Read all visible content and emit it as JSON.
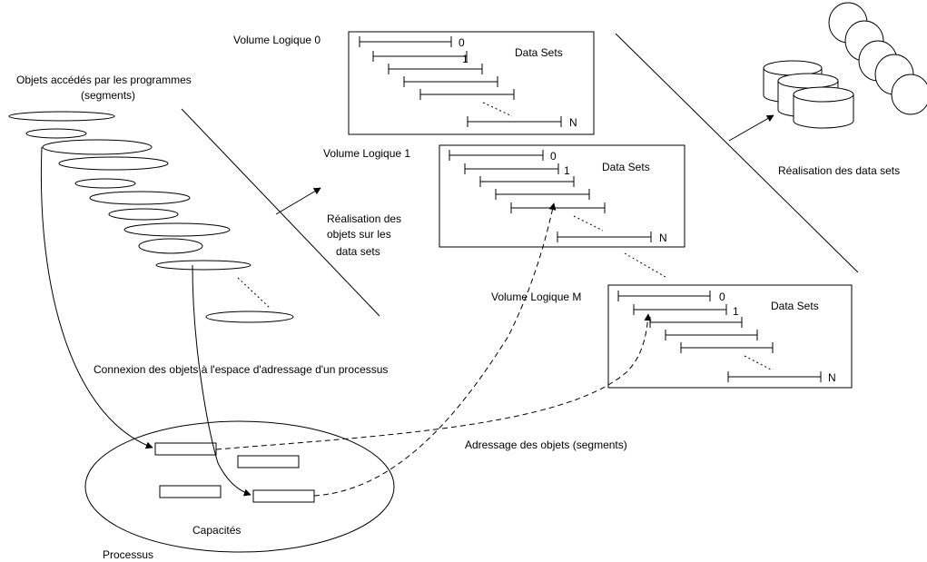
{
  "labels": {
    "objects_line1": "Objets accédés par les programmes",
    "objects_line2": "(segments)",
    "vol0": "Volume Logique 0",
    "vol1": "Volume Logique 1",
    "volM": "Volume Logique M",
    "datasets": "Data Sets",
    "real_obj_line1": "Réalisation des",
    "real_obj_line2": "objets sur les",
    "real_obj_line3": "data sets",
    "real_datasets": "Réalisation des data sets",
    "connexion": "Connexion des objets à l'espace d'adressage d'un processus",
    "adressage": "Adressage des objets (segments)",
    "capacites": "Capacités",
    "processus": "Processus",
    "idx0": "0",
    "idx1": "1",
    "idxN": "N"
  }
}
